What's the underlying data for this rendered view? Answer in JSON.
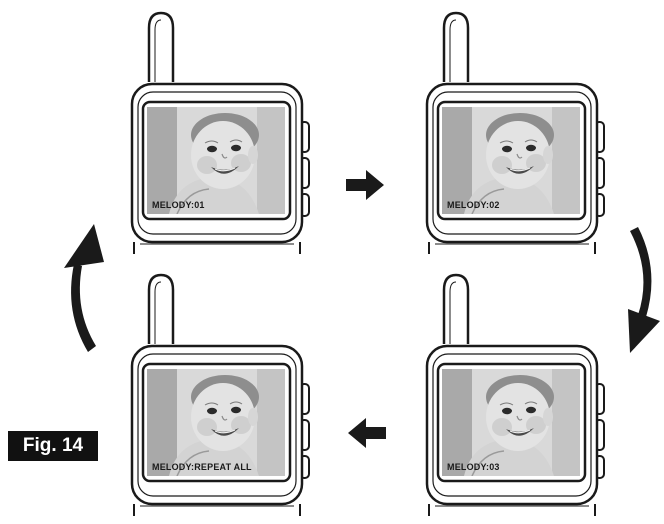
{
  "figure": {
    "label": "Fig. 14"
  },
  "devices": [
    {
      "screen_label": "MELODY:01"
    },
    {
      "screen_label": "MELODY:02"
    },
    {
      "screen_label": "MELODY:03"
    },
    {
      "screen_label": "MELODY:REPEAT ALL"
    }
  ]
}
